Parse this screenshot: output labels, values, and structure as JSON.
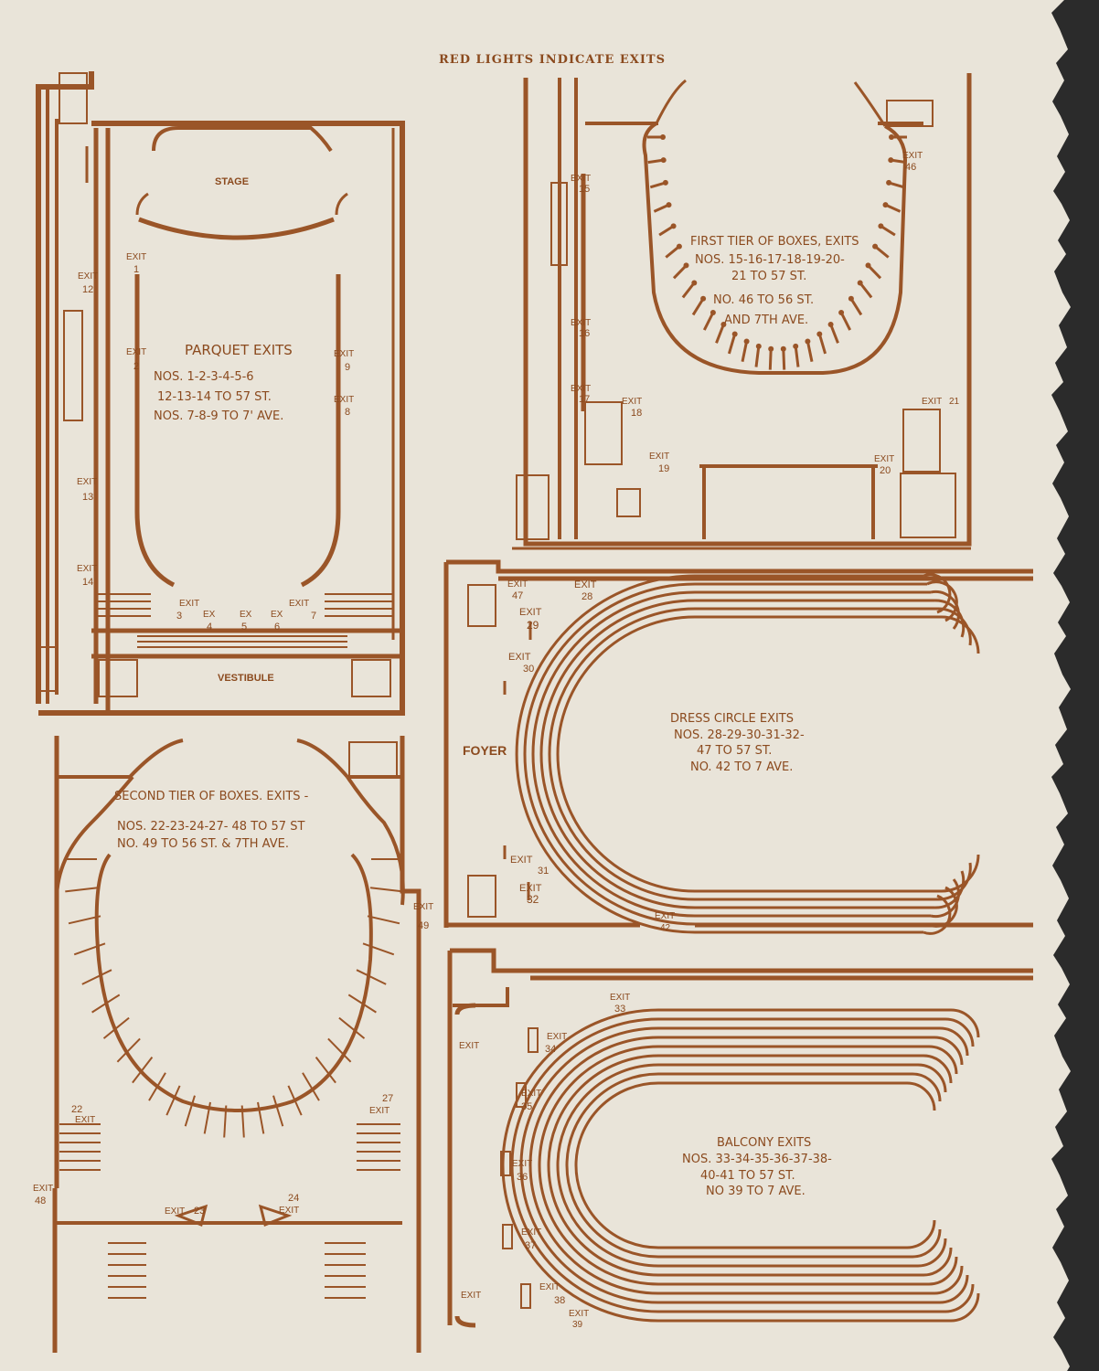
{
  "header": "RED LIGHTS INDICATE EXITS",
  "colors": {
    "ink": "#9a5528",
    "paper": "#e9e4d9",
    "edge": "#2b2b2b"
  },
  "parquet": {
    "stage": "STAGE",
    "vestibule": "VESTIBULE",
    "caption": [
      "PARQUET EXITS",
      "NOS. 1-2-3-4-5-6",
      "12-13-14 TO 57 ST.",
      "NOS. 7-8-9 TO 7' AVE."
    ],
    "exits": [
      {
        "label": "EXIT",
        "num": "1"
      },
      {
        "label": "EXIT",
        "num": "12"
      },
      {
        "label": "EXIT",
        "num": "2"
      },
      {
        "label": "EXIT",
        "num": "9"
      },
      {
        "label": "EXIT",
        "num": "8"
      },
      {
        "label": "EXIT",
        "num": "13"
      },
      {
        "label": "EXIT",
        "num": "14"
      },
      {
        "label": "EXIT",
        "num": "3"
      },
      {
        "label": "EX",
        "num": "4"
      },
      {
        "label": "EX",
        "num": "5"
      },
      {
        "label": "EX",
        "num": "6"
      },
      {
        "label": "EXIT",
        "num": "7"
      }
    ]
  },
  "first_tier": {
    "caption": [
      "FIRST TIER OF BOXES, EXITS",
      "NOS. 15-16-17-18-19-20-",
      "21 TO 57 ST.",
      "NO. 46 TO 56 ST.",
      "AND 7TH AVE."
    ],
    "exits": [
      {
        "label": "EXIT",
        "num": "15"
      },
      {
        "label": "EXIT",
        "num": "16"
      },
      {
        "label": "EXIT",
        "num": "17"
      },
      {
        "label": "EXIT",
        "num": "18"
      },
      {
        "label": "EXIT",
        "num": "19"
      },
      {
        "label": "EXIT",
        "num": "46"
      },
      {
        "label": "EXIT",
        "num": "21"
      },
      {
        "label": "EXIT",
        "num": "20"
      }
    ]
  },
  "dress_circle": {
    "foyer": "FOYER",
    "caption": [
      "DRESS CIRCLE EXITS",
      "NOS. 28-29-30-31-32-",
      "47 TO 57 ST.",
      "NO. 42 TO 7 AVE."
    ],
    "exits": [
      {
        "label": "EXIT",
        "num": "47"
      },
      {
        "label": "EXIT",
        "num": "28"
      },
      {
        "label": "EXIT",
        "num": "29"
      },
      {
        "label": "EXIT",
        "num": "30"
      },
      {
        "label": "EXIT",
        "num": "31"
      },
      {
        "label": "EXIT",
        "num": "32"
      },
      {
        "label": "EXIT",
        "num": "42"
      }
    ]
  },
  "second_tier": {
    "caption": [
      "SECOND TIER OF BOXES. EXITS -",
      "NOS. 22-23-24-27- 48 TO 57 ST",
      "NO. 49 TO 56 ST. & 7TH AVE."
    ],
    "exits": [
      {
        "label": "EXIT",
        "num": "49"
      },
      {
        "label": "EXIT",
        "num": "22"
      },
      {
        "label": "EXIT",
        "num": "27"
      },
      {
        "label": "EXIT",
        "num": "48"
      },
      {
        "label": "EXIT",
        "num": "23"
      },
      {
        "label": "EXIT",
        "num": "24"
      }
    ]
  },
  "balcony": {
    "caption": [
      "BALCONY EXITS",
      "NOS. 33-34-35-36-37-38-",
      "40-41 TO 57 ST.",
      "NO 39 TO 7 AVE."
    ],
    "exits": [
      {
        "label": "EXIT",
        "num": "33"
      },
      {
        "label": "EXIT",
        "num": ""
      },
      {
        "label": "EXIT",
        "num": "34"
      },
      {
        "label": "EXIT",
        "num": "35"
      },
      {
        "label": "EXIT",
        "num": "36"
      },
      {
        "label": "EXIT",
        "num": "37"
      },
      {
        "label": "EXIT",
        "num": "38"
      },
      {
        "label": "EXIT",
        "num": ""
      },
      {
        "label": "EXIT",
        "num": "39"
      }
    ]
  }
}
